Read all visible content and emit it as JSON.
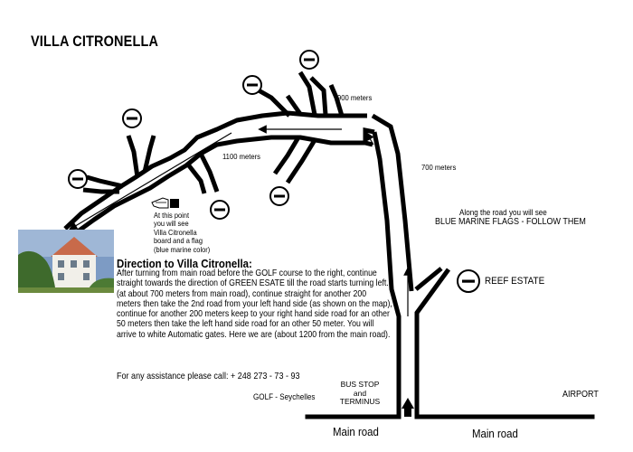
{
  "title": "VILLA CITRONELLA",
  "labels": {
    "distance_900": "900 meters",
    "distance_700": "700 meters",
    "distance_1100": "1100 meters",
    "flags_note_line1": "Along the road you will see",
    "flags_note_line2": "BLUE MARINE FLAGS - FOLLOW THEM",
    "reef_estate": "REEF ESTATE",
    "airport": "AIRPORT",
    "golf": "GOLF - Seychelles",
    "bus_stop_line1": "BUS STOP",
    "bus_stop_line2": "and",
    "bus_stop_line3": "TERMINUS",
    "main_road_left": "Main road",
    "main_road_right": "Main road"
  },
  "point_note": [
    "At this point",
    "you will see",
    "Villa Citronella",
    "board and a flag",
    "(blue marine color)"
  ],
  "directions": {
    "heading": "Direction to Villa Citronella:",
    "body": "After turning from main road before the GOLF course to the right, continue straight towards the direction of GREEN ESATE till the road starts turning left. (at about 700 meters from main road), continue straight for another 200 meters then take the 2nd road from your left hand side (as shown on the map), continue for another 200 meters keep to your right hand side road for an other 50 meters then take the left hand side road for an other 50 meter. You will arrive to white Automatic gates. Here we are (about 1200 from the main road).",
    "assistance": "For any assistance please call: + 248 273 - 73 - 93"
  },
  "icons": {
    "no_entry": "no-entry-icon",
    "pointing_hand": "pointing-hand-icon",
    "arrow": "direction-arrow-icon"
  },
  "colors": {
    "ink": "#000000",
    "background": "#ffffff"
  }
}
